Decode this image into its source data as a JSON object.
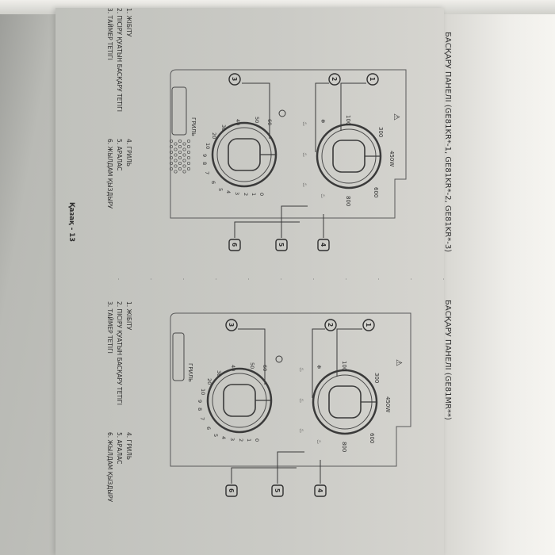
{
  "panel_left": {
    "title": "БАСҚАРУ ПАНЕЛІ (GE81KR*-1, GE81KR*-2, GE81KR*-3)",
    "oven_label": "ГРИЛЬ",
    "power_labels": [
      "100",
      "300",
      "450W",
      "600",
      "800"
    ],
    "mode_labels": [
      "ꙭ",
      "ꙭ",
      "ꙭ",
      "ꙭ"
    ],
    "timer_labels": [
      "60",
      "50",
      "40",
      "30",
      "20",
      "10",
      "9",
      "8",
      "7",
      "6",
      "5",
      "4",
      "3",
      "2",
      "1",
      "0"
    ],
    "callouts": [
      "1",
      "2",
      "3",
      "4",
      "5",
      "6"
    ],
    "legend_left": [
      "1.  ЖІБІТУ",
      "2.  ПІСІРУ ҚУАТЫН БАСҚАРУ ТЕТІГІ",
      "3.  ТАЙМЕР ТЕТІГІ"
    ],
    "legend_right": [
      "4.  ГРИЛЬ",
      "5.  АРАЛАС",
      "6.  ЖЫЛДАМ ҚЫЗДЫРУ"
    ]
  },
  "panel_right": {
    "title": "БАСҚАРУ ПАНЕЛІ (GE81MR**)",
    "oven_label": "ГРИЛЬ",
    "power_labels": [
      "100",
      "300",
      "450W",
      "600",
      "800"
    ],
    "timer_labels": [
      "60",
      "50",
      "40",
      "30",
      "20",
      "10",
      "9",
      "8",
      "7",
      "6",
      "5",
      "4",
      "3",
      "2",
      "1",
      "0"
    ],
    "callouts": [
      "1",
      "2",
      "3",
      "4",
      "5",
      "6"
    ],
    "legend_left": [
      "1.  ЖІБІТУ",
      "2.  ПІСІРУ ҚУАТЫН БАСҚАРУ ТЕТІГІ",
      "3.  ТАЙМЕР ТЕТІГІ"
    ],
    "legend_right": [
      "4.  ГРИЛЬ",
      "5.  АРАЛАС",
      "6.  ЖЫЛДАМ ҚЫЗДЫРУ"
    ]
  },
  "footer": {
    "page_label": "Қазақ - 13"
  },
  "colors": {
    "ink": "#2f2f2f",
    "paper": "#c9c9c4"
  }
}
